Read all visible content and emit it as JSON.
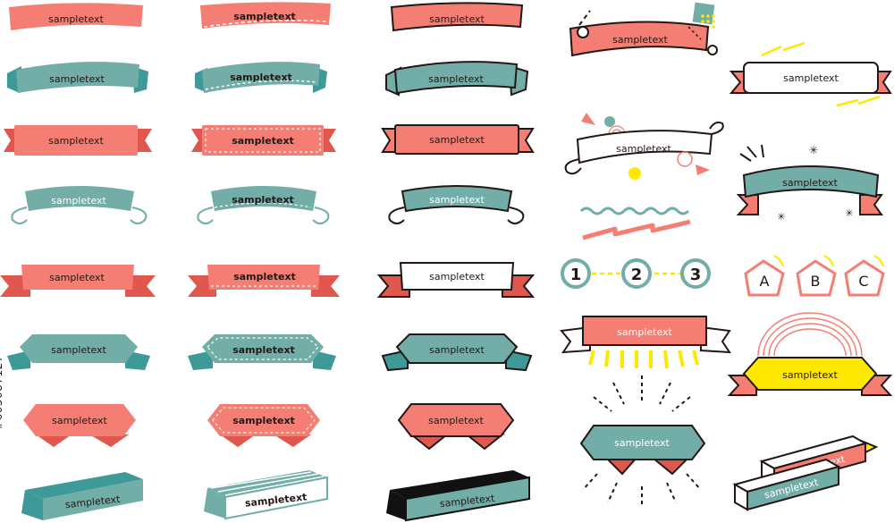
{
  "banner_label": "sampletext",
  "stock_id": "#605087127",
  "colors": {
    "coral": "#F47E73",
    "coral_dark": "#E0574E",
    "teal": "#72ADA8",
    "teal_dark": "#3E9A98",
    "yellow": "#FFE800",
    "outline": "#231815",
    "white": "#FFFFFF"
  },
  "steps": [
    "1",
    "2",
    "3"
  ],
  "letters": [
    "A",
    "B",
    "C"
  ]
}
